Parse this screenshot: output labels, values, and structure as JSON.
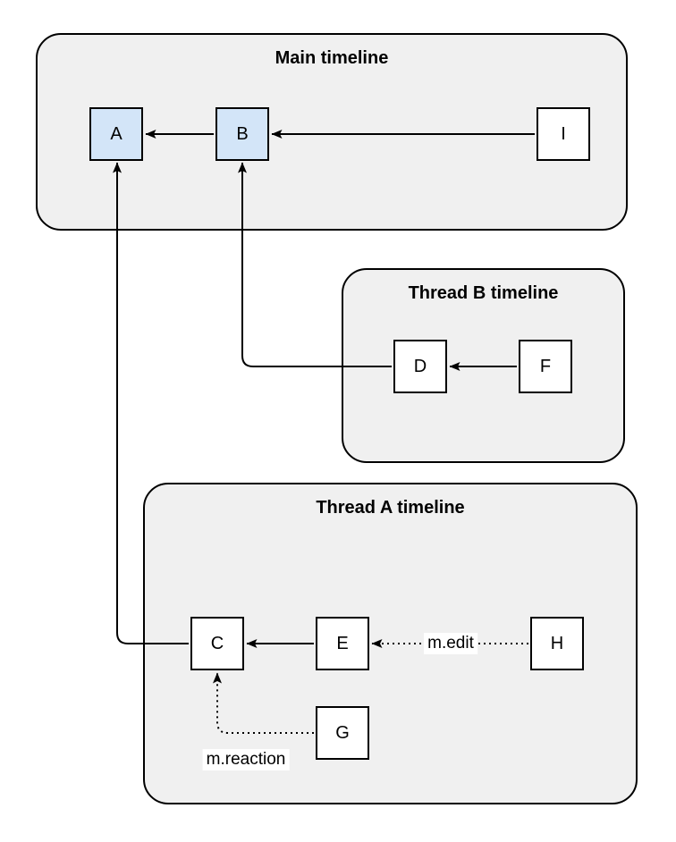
{
  "panels": {
    "main": {
      "title": "Main timeline"
    },
    "thread_b": {
      "title": "Thread B timeline"
    },
    "thread_a": {
      "title": "Thread A timeline"
    }
  },
  "nodes": {
    "a": {
      "label": "A",
      "highlighted": true
    },
    "b": {
      "label": "B",
      "highlighted": true
    },
    "i": {
      "label": "I",
      "highlighted": false
    },
    "d": {
      "label": "D",
      "highlighted": false
    },
    "f": {
      "label": "F",
      "highlighted": false
    },
    "c": {
      "label": "C",
      "highlighted": false
    },
    "e": {
      "label": "E",
      "highlighted": false
    },
    "h": {
      "label": "H",
      "highlighted": false
    },
    "g": {
      "label": "G",
      "highlighted": false
    }
  },
  "edges": [
    {
      "from": "B",
      "to": "A",
      "style": "solid"
    },
    {
      "from": "I",
      "to": "B",
      "style": "solid"
    },
    {
      "from": "F",
      "to": "D",
      "style": "solid"
    },
    {
      "from": "D",
      "to": "B",
      "style": "solid"
    },
    {
      "from": "C",
      "to": "A",
      "style": "solid"
    },
    {
      "from": "E",
      "to": "C",
      "style": "solid"
    },
    {
      "from": "H",
      "to": "E",
      "style": "dotted",
      "label": "m.edit"
    },
    {
      "from": "G",
      "to": "C",
      "style": "dotted",
      "label": "m.reaction"
    }
  ],
  "edge_labels": {
    "m_edit": "m.edit",
    "m_reaction": "m.reaction"
  },
  "colors": {
    "canvas_background": "#ffffff",
    "panel_fill": "#f0f0f0",
    "panel_border": "#000000",
    "node_fill": "#ffffff",
    "node_highlight_fill": "#d3e5f8",
    "node_border": "#000000",
    "edge_stroke": "#000000",
    "edge_label_background": "#ffffff",
    "text": "#000000"
  }
}
